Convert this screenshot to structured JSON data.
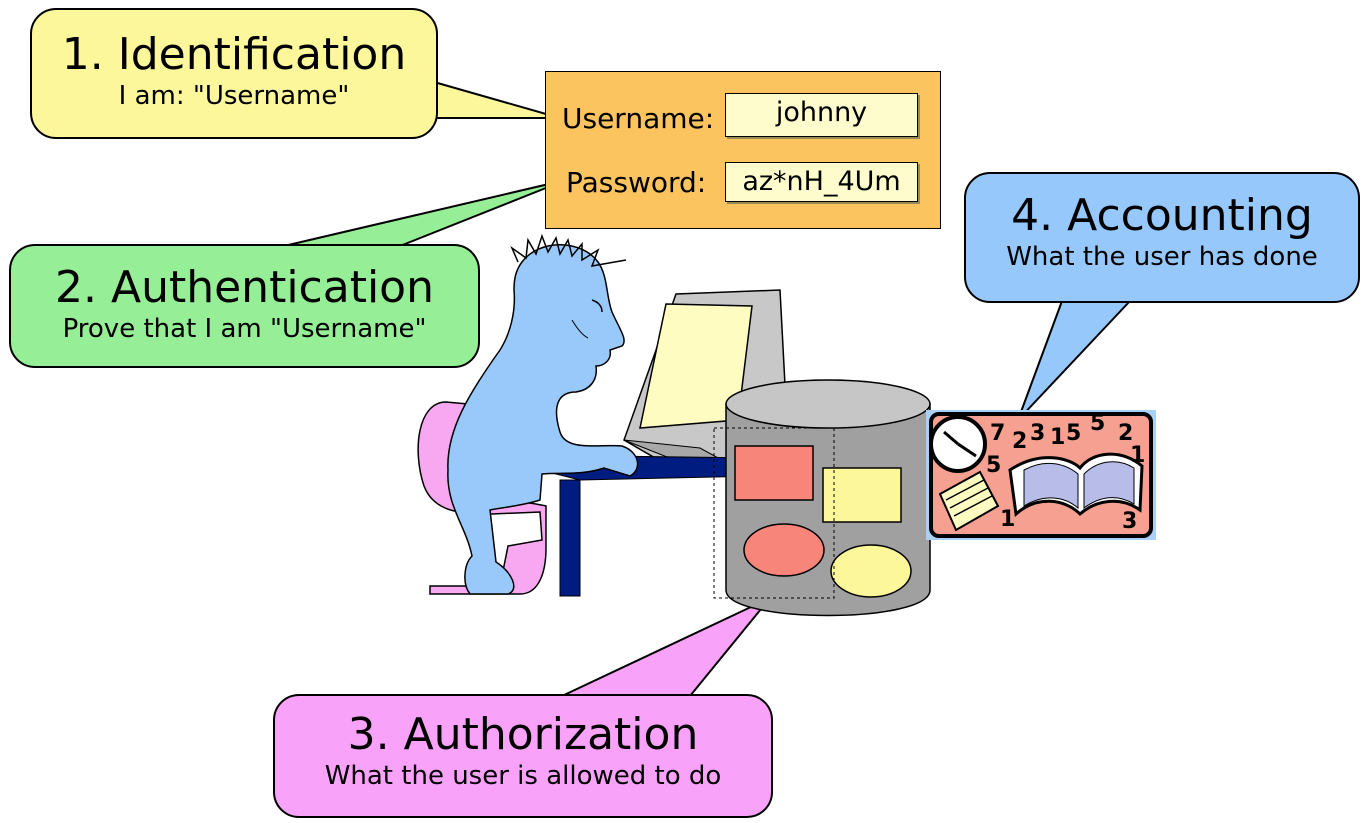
{
  "steps": {
    "identification": {
      "title": "1. Identification",
      "subtitle": "I am: \"Username\""
    },
    "authentication": {
      "title": "2. Authentication",
      "subtitle": "Prove that I am \"Username\""
    },
    "authorization": {
      "title": "3. Authorization",
      "subtitle": "What the user is allowed to do"
    },
    "accounting": {
      "title": "4. Accounting",
      "subtitle": "What the user has done"
    }
  },
  "login": {
    "username_label": "Username:",
    "username_value": "johnny",
    "password_label": "Password:",
    "password_value": "az*nH_4Um"
  },
  "log_numbers": [
    "7",
    "2",
    "3",
    "1",
    "5",
    "5",
    "2",
    "1",
    "5",
    "1",
    "3"
  ],
  "colors": {
    "identification": "#fbf79a",
    "authentication": "#96ee96",
    "authorization": "#f9a2f9",
    "accounting": "#96c8fc",
    "login_panel": "#fcc45e",
    "field": "#fefccc"
  },
  "icons": [
    "user-at-computer-icon",
    "database-icon",
    "logbook-clock-icon"
  ]
}
